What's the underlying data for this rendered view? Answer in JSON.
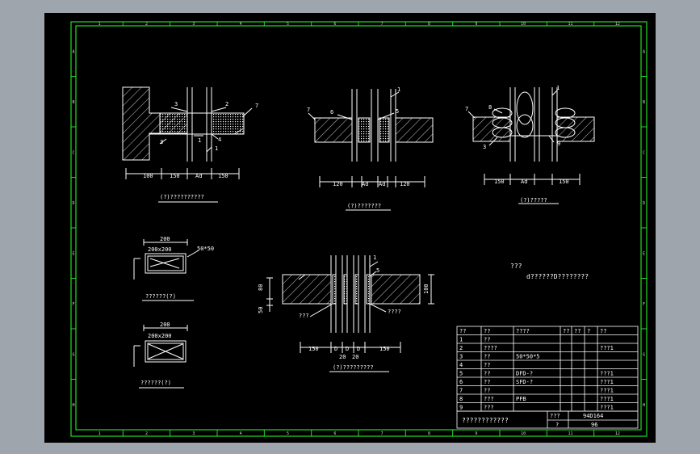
{
  "viewer": {
    "background": "#9ea5ad",
    "canvas": "#000000"
  },
  "colors": {
    "frame": "#22dd22",
    "lines": "#ffffff",
    "text": "#ffffff",
    "tick_labels": "#d8d8d8",
    "hatch": "#ffffff"
  },
  "frame": {
    "col_labels": [
      "1",
      "2",
      "3",
      "4",
      "5",
      "6",
      "7",
      "8",
      "9",
      "10",
      "11",
      "12"
    ],
    "row_labels": [
      "A",
      "B",
      "C",
      "D",
      "E",
      "F",
      "G",
      "H"
    ]
  },
  "detail1": {
    "callouts": [
      "3",
      "2",
      "7",
      "4",
      "1",
      "3",
      "1"
    ],
    "dims": [
      "100",
      "150",
      "Ad",
      "150"
    ],
    "caption": "(?)??????????"
  },
  "detail2": {
    "callouts": [
      "1",
      "5",
      "7",
      "6"
    ],
    "dims": [
      "120",
      "Ad",
      "Ad",
      "120"
    ],
    "caption": "(?)???????"
  },
  "detail3": {
    "callouts": [
      "1",
      "8",
      "7",
      "3",
      "9"
    ],
    "dims": [
      "150",
      "Ad",
      "150"
    ],
    "caption": "(?)?????"
  },
  "detail4": {
    "dims": [
      "200",
      "200x200"
    ],
    "callout": "50*50",
    "caption": "??????(?)"
  },
  "detail5": {
    "dims": [
      "200",
      "200x200"
    ],
    "caption": "??????(?)"
  },
  "detail6": {
    "callouts": [
      "1",
      "5",
      "???",
      "????"
    ],
    "dims": [
      "150",
      "D",
      "D",
      "D",
      "150",
      "20",
      "20",
      "80",
      "50",
      "100"
    ],
    "caption": "(?)?????????"
  },
  "note": {
    "title": "???",
    "text": "d??????D????????"
  },
  "table": {
    "headers": [
      "??",
      "??",
      "????",
      "??",
      "??",
      "?",
      "??"
    ],
    "rows": [
      [
        "1",
        "??",
        "",
        "",
        "",
        "",
        ""
      ],
      [
        "2",
        "????",
        "",
        "",
        "",
        "",
        "???1"
      ],
      [
        "3",
        "??",
        "50*50*5",
        "",
        "",
        "",
        ""
      ],
      [
        "4",
        "??",
        "",
        "",
        "",
        "",
        ""
      ],
      [
        "5",
        "??",
        "DFD-?",
        "",
        "",
        "",
        "???1"
      ],
      [
        "6",
        "??",
        "SFD-?",
        "",
        "",
        "",
        "???1"
      ],
      [
        "7",
        "??",
        "",
        "",
        "",
        "",
        "???1"
      ],
      [
        "8",
        "???",
        "PFB",
        "",
        "",
        "",
        "???1"
      ],
      [
        "9",
        "???",
        "",
        "",
        "",
        "",
        "???1"
      ]
    ],
    "title_block": {
      "title": "????????????",
      "label1": "???",
      "value1": "94D164",
      "label2": "?",
      "value2": "96"
    }
  }
}
